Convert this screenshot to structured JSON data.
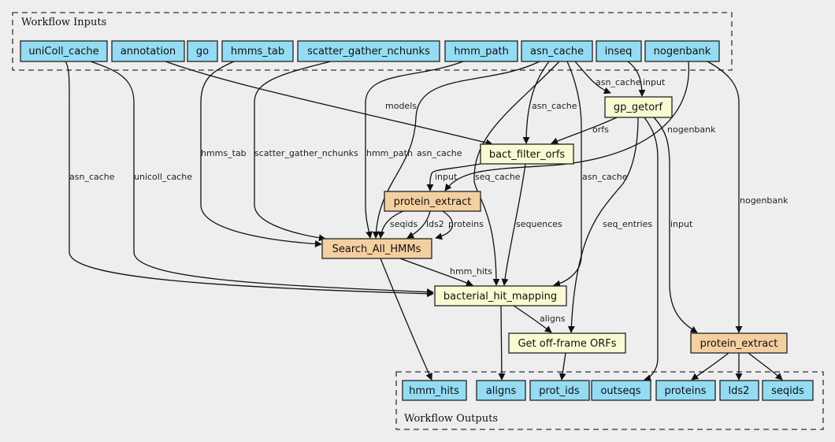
{
  "colors": {
    "io": "#94dcf3",
    "step": "#fafad2",
    "subworkflow": "#f4cfa0",
    "background": "#eeeeee"
  },
  "clusters": {
    "inputs": "Workflow Inputs",
    "outputs": "Workflow Outputs"
  },
  "nodes": {
    "uniColl_cache": "uniColl_cache",
    "annotation": "annotation",
    "go": "go",
    "hmms_tab": "hmms_tab",
    "scatter_gather_nchunks": "scatter_gather_nchunks",
    "hmm_path": "hmm_path",
    "asn_cache": "asn_cache",
    "inseq": "inseq",
    "nogenbank": "nogenbank",
    "gp_getorf": "gp_getorf",
    "bact_filter_orfs": "bact_filter_orfs",
    "protein_extract_1": "protein_extract",
    "search_all_hmms": "Search_All_HMMs",
    "bacterial_hit_mapping": "bacterial_hit_mapping",
    "get_off_frame_orfs": "Get off-frame ORFs",
    "protein_extract_2": "protein_extract",
    "out_hmm_hits": "hmm_hits",
    "out_aligns": "aligns",
    "out_prot_ids": "prot_ids",
    "out_outseqs": "outseqs",
    "out_proteins": "proteins",
    "out_lds2": "lds2",
    "out_seqids": "seqids"
  },
  "edges": [
    {
      "id": "asn_cache-gp_getorf",
      "label": "asn_cache"
    },
    {
      "id": "inseq-gp_getorf",
      "label": "input"
    },
    {
      "id": "annotation-bact_filter_orfs",
      "label": "models"
    },
    {
      "id": "asn_cache-bact_filter_orfs",
      "label": "asn_cache"
    },
    {
      "id": "gp_getorf-bact_filter_orfs",
      "label": "orfs"
    },
    {
      "id": "nogenbank-protein_extract_1",
      "label": "nogenbank"
    },
    {
      "id": "bact_filter_orfs-protein_extract_1",
      "label": "input"
    },
    {
      "id": "hmms_tab-search_all_hmms",
      "label": "hmms_tab"
    },
    {
      "id": "scatter_gather_nchunks-search_all_hmms",
      "label": "scatter_gather_nchunks"
    },
    {
      "id": "hmm_path-search_all_hmms",
      "label": "hmm_path"
    },
    {
      "id": "asn_cache-search_all_hmms",
      "label": "asn_cache"
    },
    {
      "id": "protein_extract_1-search_all_hmms-seqids",
      "label": "seqids"
    },
    {
      "id": "protein_extract_1-search_all_hmms-lds2",
      "label": "lds2"
    },
    {
      "id": "protein_extract_1-search_all_hmms-proteins",
      "label": "proteins"
    },
    {
      "id": "uniColl_cache-bacterial_hit_mapping-asn",
      "label": "asn_cache"
    },
    {
      "id": "uniColl_cache-bacterial_hit_mapping-unicoll",
      "label": "unicoll_cache"
    },
    {
      "id": "asn_cache-bacterial_hit_mapping-seq",
      "label": "seq_cache"
    },
    {
      "id": "asn_cache-bacterial_hit_mapping-asn",
      "label": "asn_cache"
    },
    {
      "id": "bact_filter_orfs-bacterial_hit_mapping",
      "label": "sequences"
    },
    {
      "id": "search_all_hmms-bacterial_hit_mapping",
      "label": "hmm_hits"
    },
    {
      "id": "gp_getorf-get_off_frame_orfs",
      "label": "seq_entries"
    },
    {
      "id": "bacterial_hit_mapping-get_off_frame_orfs",
      "label": "aligns"
    },
    {
      "id": "gp_getorf-protein_extract_2",
      "label": "input"
    },
    {
      "id": "nogenbank-protein_extract_2",
      "label": "nogenbank"
    }
  ]
}
